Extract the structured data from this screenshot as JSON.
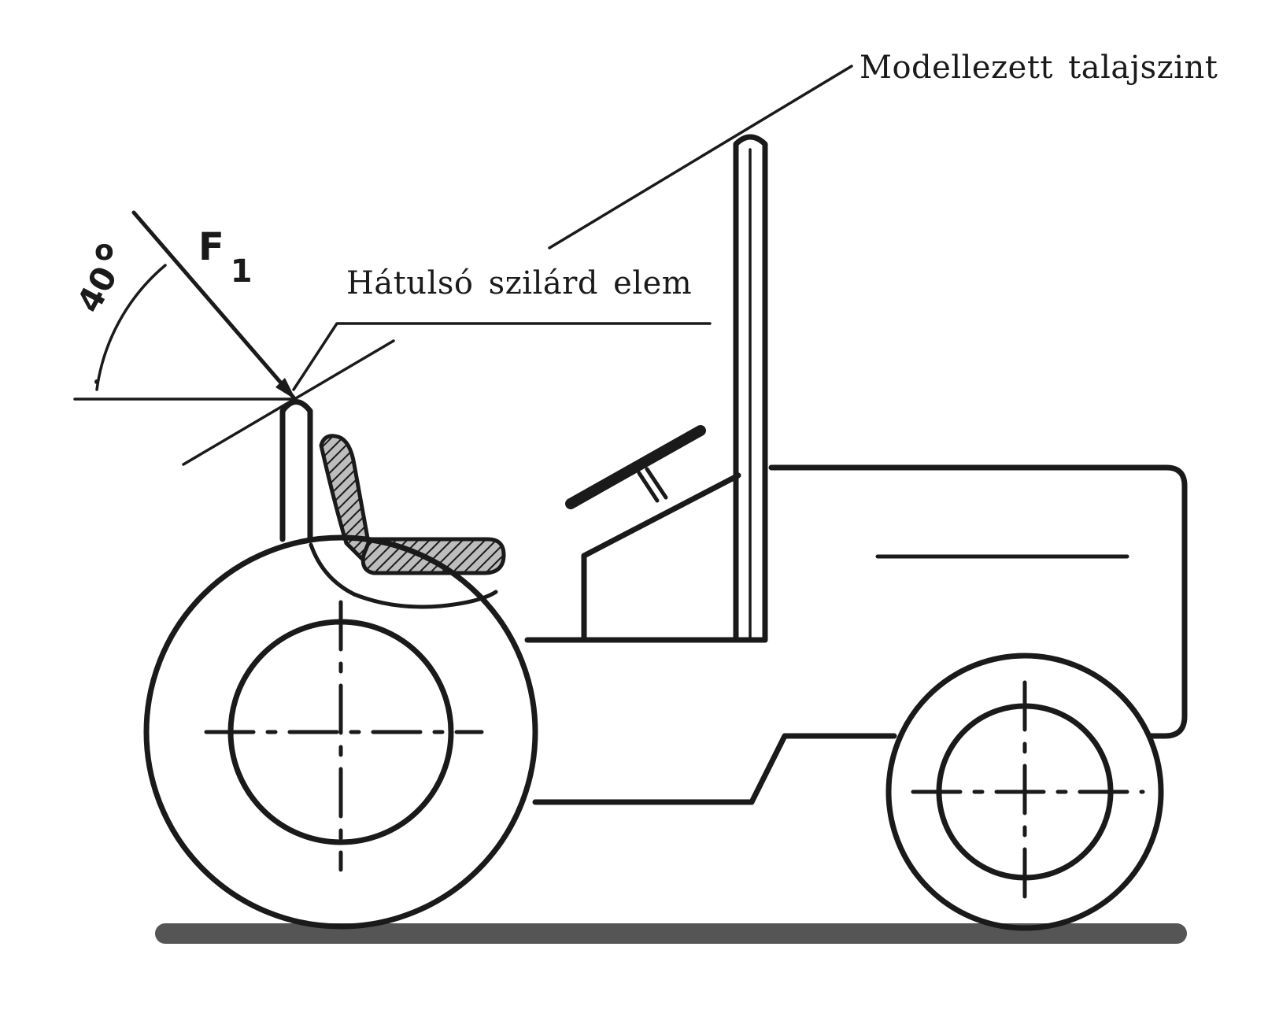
{
  "labels": {
    "ground_level": "Modellezett talajszint",
    "rear_rigid_element": "Hátulsó szilárd elem",
    "angle_value": "40",
    "angle_unit": "o",
    "force_letter": "F",
    "force_subscript": "1"
  },
  "colors": {
    "ink": "#1a1a1a",
    "hatch": "#444444",
    "ground": "#555555"
  }
}
